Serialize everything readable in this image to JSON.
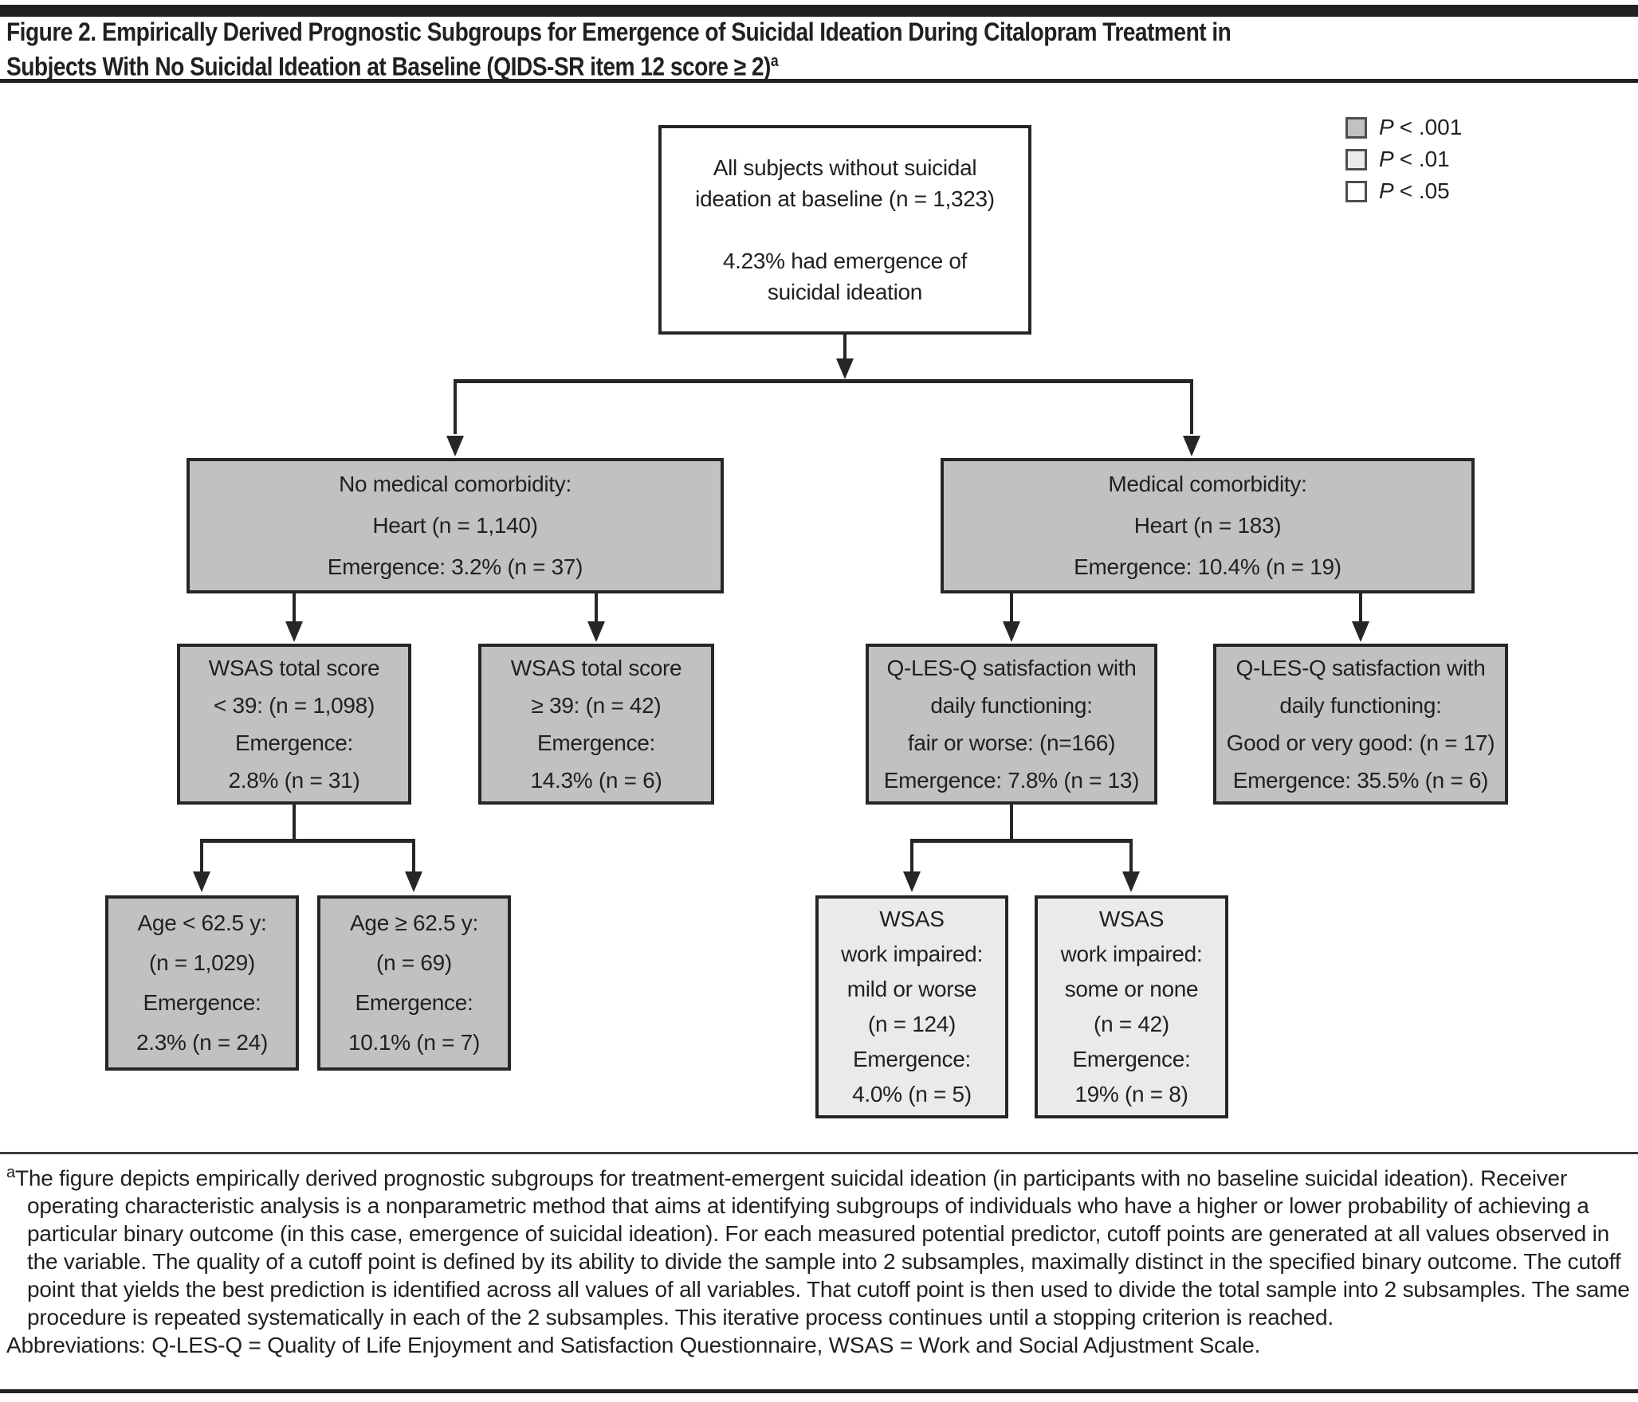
{
  "figure": {
    "title": "Figure 2. Empirically Derived Prognostic Subgroups for Emergence of Suicidal Ideation During Citalopram Treatment in Subjects With No Suicidal Ideation at Baseline (QIDS-SR item 12 score ≥ 2)",
    "title_marker": "a"
  },
  "legend": {
    "items": [
      {
        "p": "P",
        "label": "< .001",
        "color": "#c1c1c1"
      },
      {
        "p": "P",
        "label": "< .01",
        "color": "#eaeaea"
      },
      {
        "p": "P",
        "label": "< .05",
        "color": "#ffffff"
      }
    ]
  },
  "tree": {
    "root": {
      "fill": "#ffffff",
      "lines": [
        "All subjects without suicidal",
        "ideation at baseline (n = 1,323)",
        "",
        "4.23% had emergence of",
        "suicidal ideation"
      ]
    },
    "no_comorbidity": {
      "fill": "#c1c1c1",
      "lines": [
        "No medical comorbidity:",
        "Heart (n = 1,140)",
        "Emergence: 3.2% (n = 37)"
      ]
    },
    "comorbidity": {
      "fill": "#c1c1c1",
      "lines": [
        "Medical comorbidity:",
        "Heart (n = 183)",
        "Emergence: 10.4% (n = 19)"
      ]
    },
    "wsas_lt39": {
      "fill": "#c1c1c1",
      "lines": [
        "WSAS total score",
        "< 39: (n = 1,098)",
        "Emergence:",
        "2.8% (n = 31)"
      ]
    },
    "wsas_ge39": {
      "fill": "#c1c1c1",
      "lines": [
        "WSAS total score",
        "≥ 39: (n = 42)",
        "Emergence:",
        "14.3% (n = 6)"
      ]
    },
    "qlesq_fair": {
      "fill": "#c1c1c1",
      "lines": [
        "Q-LES-Q satisfaction with",
        "daily functioning:",
        "fair or worse: (n=166)",
        "Emergence: 7.8% (n = 13)"
      ]
    },
    "qlesq_good": {
      "fill": "#c1c1c1",
      "lines": [
        "Q-LES-Q satisfaction with",
        "daily functioning:",
        "Good or very good: (n = 17)",
        "Emergence: 35.5% (n = 6)"
      ]
    },
    "age_lt": {
      "fill": "#c1c1c1",
      "lines": [
        "Age < 62.5 y:",
        "(n = 1,029)",
        "Emergence:",
        "2.3% (n = 24)"
      ]
    },
    "age_ge": {
      "fill": "#c1c1c1",
      "lines": [
        "Age ≥ 62.5 y:",
        "(n = 69)",
        "Emergence:",
        "10.1% (n = 7)"
      ]
    },
    "wsas_mild": {
      "fill": "#eaeaea",
      "lines": [
        "WSAS",
        "work impaired:",
        "mild or worse",
        "(n = 124)",
        "Emergence:",
        "4.0% (n = 5)"
      ]
    },
    "wsas_some": {
      "fill": "#eaeaea",
      "lines": [
        "WSAS",
        "work impaired:",
        "some or none",
        "(n = 42)",
        "Emergence:",
        "19% (n = 8)"
      ]
    }
  },
  "footnote": {
    "marker": "a",
    "text": "The figure depicts empirically derived prognostic subgroups for treatment-emergent suicidal ideation (in participants with no baseline suicidal ideation). Receiver operating characteristic analysis is a nonparametric method that aims at identifying subgroups of individuals who have a higher or lower probability of achieving a particular binary outcome (in this case, emergence of suicidal ideation). For each measured potential predictor, cutoff points are generated at all values observed in the variable. The quality of a cutoff point is defined by its ability to divide the sample into 2 subsamples, maximally distinct in the specified binary outcome. The cutoff point that yields the best prediction is identified across all values of all variables. That cutoff point is then used to divide the total sample into 2 subsamples. The same procedure is repeated systematically in each of the 2 subsamples. This iterative process continues until a stopping criterion is reached.",
    "abbreviations": "Abbreviations: Q-LES-Q = Quality of Life Enjoyment and Satisfaction Questionnaire, WSAS = Work and Social Adjustment Scale."
  }
}
